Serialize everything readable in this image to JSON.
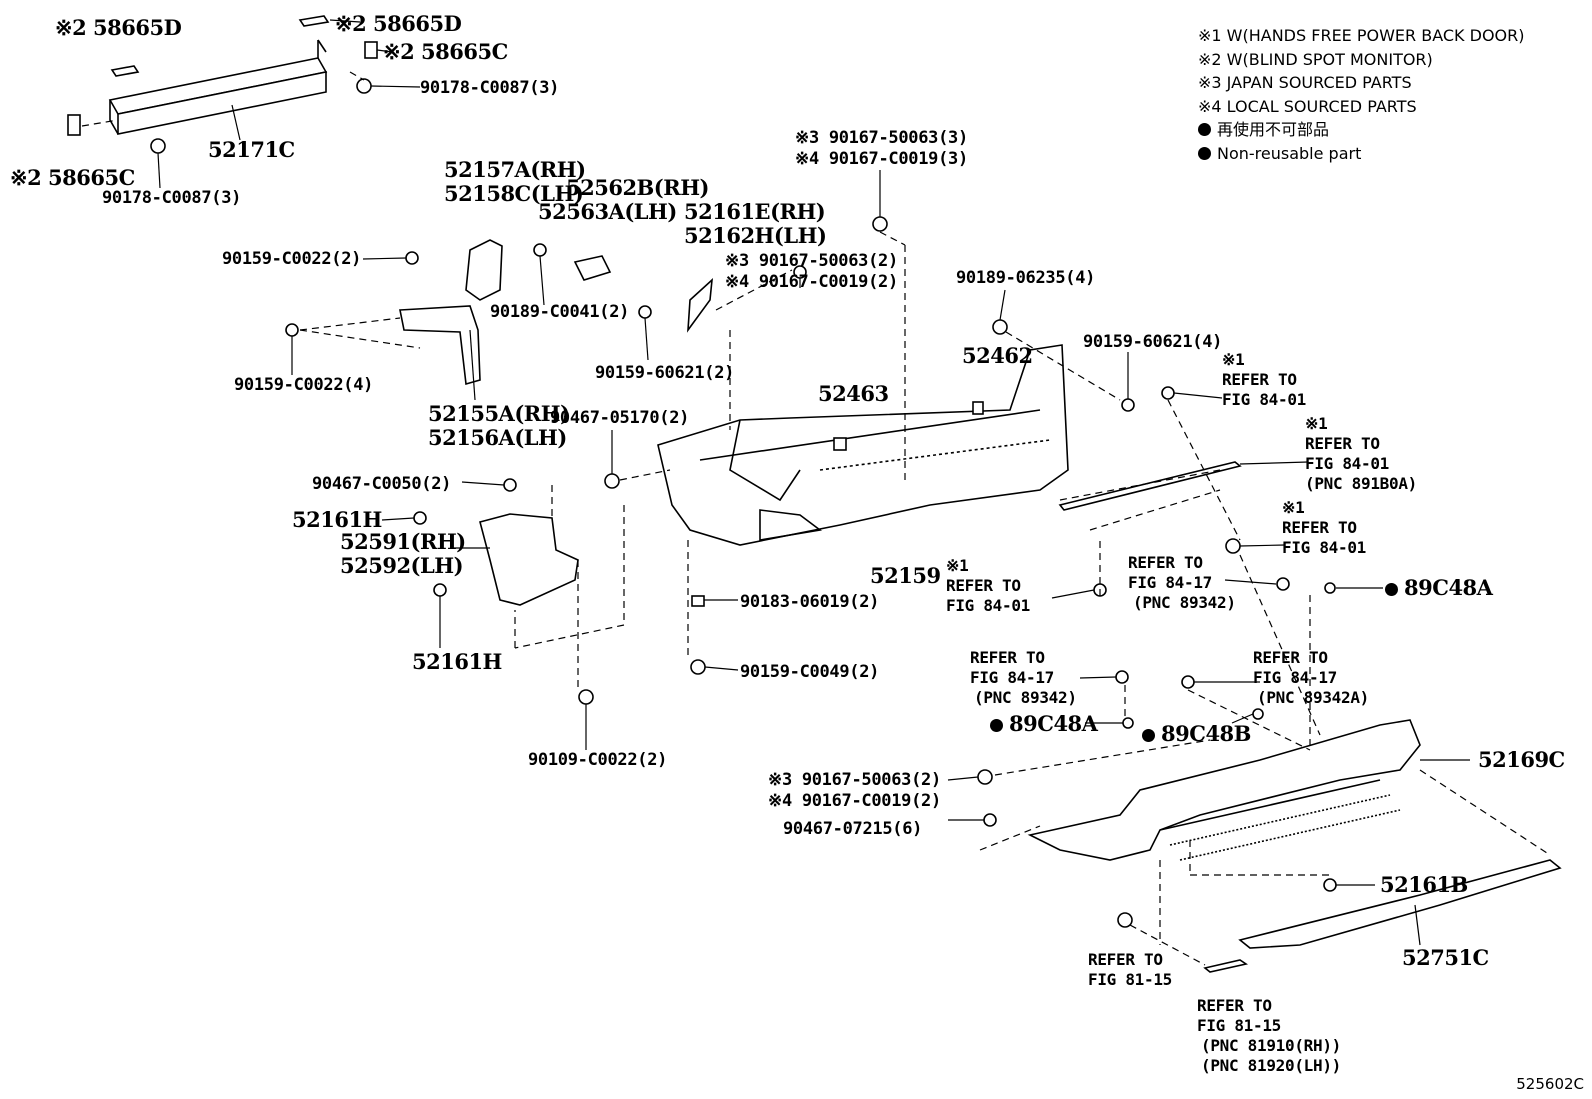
{
  "legend": {
    "note1": "※1 W(HANDS FREE POWER BACK DOOR)",
    "note2": "※2 W(BLIND SPOT MONITOR)",
    "note3": "※3 JAPAN SOURCED PARTS",
    "note4": "※4 LOCAL SOURCED PARTS",
    "nonreusable_jp": "再使用不可部品",
    "nonreusable_en": "Non-reusable part"
  },
  "illustration_code": "525602C",
  "labels": {
    "p58665D_a": "※2 58665D",
    "p58665D_b": "※2 58665D",
    "p58665C_a": "※2 58665C",
    "p58665C_b": "※2 58665C",
    "p90178_a": "90178-C0087(3)",
    "p90178_b": "90178-C0087(3)",
    "p52171C": "52171C",
    "p52157A": "52157A(RH)",
    "p52158C": "52158C(LH)",
    "p52562B": "52562B(RH)",
    "p52563A": "52563A(LH)",
    "p52161E": "52161E(RH)",
    "p52162H": "52162H(LH)",
    "p90159_C0022_2": "90159-C0022(2)",
    "p90189_C0041": "90189-C0041(2)",
    "p90159_60621_2": "90159-60621(2)",
    "p90159_C0022_4": "90159-C0022(4)",
    "p52155A": "52155A(RH)",
    "p52156A": "52156A(LH)",
    "p3_90167_50063_3": "※3 90167-50063(3)",
    "p4_90167_C0019_3": "※4 90167-C0019(3)",
    "p3_90167_50063_2a": "※3 90167-50063(2)",
    "p4_90167_C0019_2a": "※4 90167-C0019(2)",
    "p90189_06235": "90189-06235(4)",
    "p52462": "52462",
    "p90159_60621_4": "90159-60621(4)",
    "p52463": "52463",
    "p90467_05170": "90467-05170(2)",
    "ref1_note": "※1",
    "ref1_a": "REFER TO",
    "ref1_b": "FIG 84-01",
    "ref2_note": "※1",
    "ref2_a": "REFER TO",
    "ref2_b": "FIG 84-01",
    "ref2_c": "(PNC 891B0A)",
    "p90467_C0050": "90467-C0050(2)",
    "p52161H_a": "52161H",
    "p52591": "52591(RH)",
    "p52592": "52592(LH)",
    "p52161H_b": "52161H",
    "ref3_note": "※1",
    "ref3_a": "REFER TO",
    "ref3_b": "FIG 84-01",
    "p52159": "52159",
    "ref4_note": "※1",
    "ref4_a": "REFER TO",
    "ref4_b": "FIG 84-01",
    "ref5_a": "REFER TO",
    "ref5_b": "FIG 84-17",
    "ref5_c": "(PNC 89342)",
    "p89C48A_a": "89C48A",
    "p90183": "90183-06019(2)",
    "p90159_C0049": "90159-C0049(2)",
    "ref6_a": "REFER TO",
    "ref6_b": "FIG 84-17",
    "ref6_c": "(PNC 89342)",
    "ref7_a": "REFER TO",
    "ref7_b": "FIG 84-17",
    "ref7_c": "(PNC 89342A)",
    "p89C48A_b": "89C48A",
    "p89C48B": "89C48B",
    "p90109": "90109-C0022(2)",
    "p52169C": "52169C",
    "p3_90167_50063_2b": "※3 90167-50063(2)",
    "p4_90167_C0019_2b": "※4 90167-C0019(2)",
    "p90467_07215": "90467-07215(6)",
    "p52161B": "52161B",
    "ref8_a": "REFER TO",
    "ref8_b": "FIG 81-15",
    "ref9_a": "REFER TO",
    "ref9_b": "FIG 81-15",
    "ref9_c": "(PNC 81910(RH))",
    "ref9_d": "(PNC 81920(LH))",
    "p52751C": "52751C"
  }
}
